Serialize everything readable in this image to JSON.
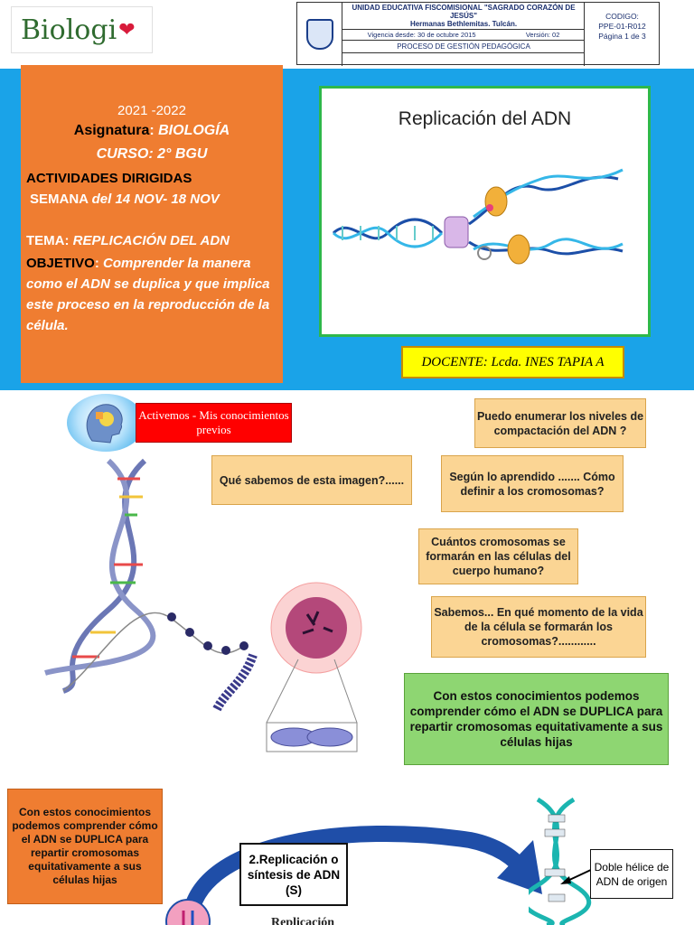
{
  "header": {
    "logo_text": "Biologi",
    "institution": {
      "name": "UNIDAD EDUCATIVA FISCOMISIONAL \"SAGRADO CORAZÓN DE JESÚS\"",
      "subtitle": "Hermanas Bethlemitas. Tulcán.",
      "vigencia": "Vigencia desde: 30 de octubre 2015",
      "version": "Versión: 02",
      "proceso": "PROCESO DE GESTIÓN PEDAGÓGICA",
      "code_label": "CODIGO:",
      "code_value": "PPE-01-R012",
      "page_label": "Página 1 de 3"
    }
  },
  "info": {
    "year": "2021 -2022",
    "asignatura_label": "Asignatura",
    "asignatura_value": "BIOLOGÍA",
    "curso_label": "CURSO",
    "curso_value": "2° BGU",
    "actividades": "ACTIVIDADES  DIRIGIDAS",
    "semana_label": "SEMANA",
    "semana_value": "del 14 NOV- 18 NOV",
    "tema_label": "TEMA:",
    "tema_value": "REPLICACIÓN DEL ADN",
    "objetivo_label": "OBJETIVO",
    "objetivo_value": "Comprender  la manera como el ADN se duplica  y que implica este proceso en la reproducción de la célula."
  },
  "figure": {
    "title": "Replicación del ADN"
  },
  "docente": "DOCENTE: Lcda. INES TAPIA A",
  "activemos": "Activemos - Mis conocimientos previos",
  "questions": {
    "q1": "Qué  sabemos de esta imagen?......",
    "q2": "Puedo enumerar los niveles de compactación del ADN ?",
    "q3": "Según lo aprendido ....... Cómo definir a los cromosomas?",
    "q4": "Cuántos cromosomas se formarán en las células del cuerpo humano?",
    "q5": "Sabemos... En qué momento de la vida de la célula se formarán los cromosomas?............"
  },
  "green_message": "Con estos conocimientos podemos comprender cómo el ADN  se DUPLICA para  repartir cromosomas equitativamente a sus células hijas",
  "bottom": {
    "orange_text": "Con estos conocimientos podemos comprender cómo el ADN  se DUPLICA para  repartir cromosomas equitativamente a sus células hijas",
    "replic_box": "2.Replicación o síntesis de ADN (S)",
    "doble_helice": "Doble hélice de ADN  de origen",
    "partial_title": "Replicación"
  },
  "colors": {
    "blue_band": "#1aa3e8",
    "orange": "#ef7d31",
    "green_border": "#2eb84a",
    "yellow": "#ffff00",
    "question_fill": "#fbd594",
    "green_fill": "#8ed672",
    "red": "#ff0000",
    "arrow_blue": "#1f4ea8"
  }
}
